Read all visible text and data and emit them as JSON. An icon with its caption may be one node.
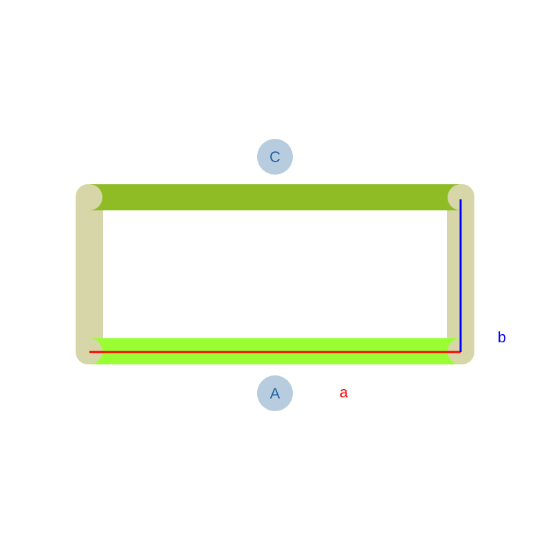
{
  "diagram": {
    "nodes": [
      {
        "text": [
          "C"
        ]
      },
      {
        "text": [
          "A"
        ]
      }
    ],
    "labels": [
      "a",
      "b"
    ]
  }
}
